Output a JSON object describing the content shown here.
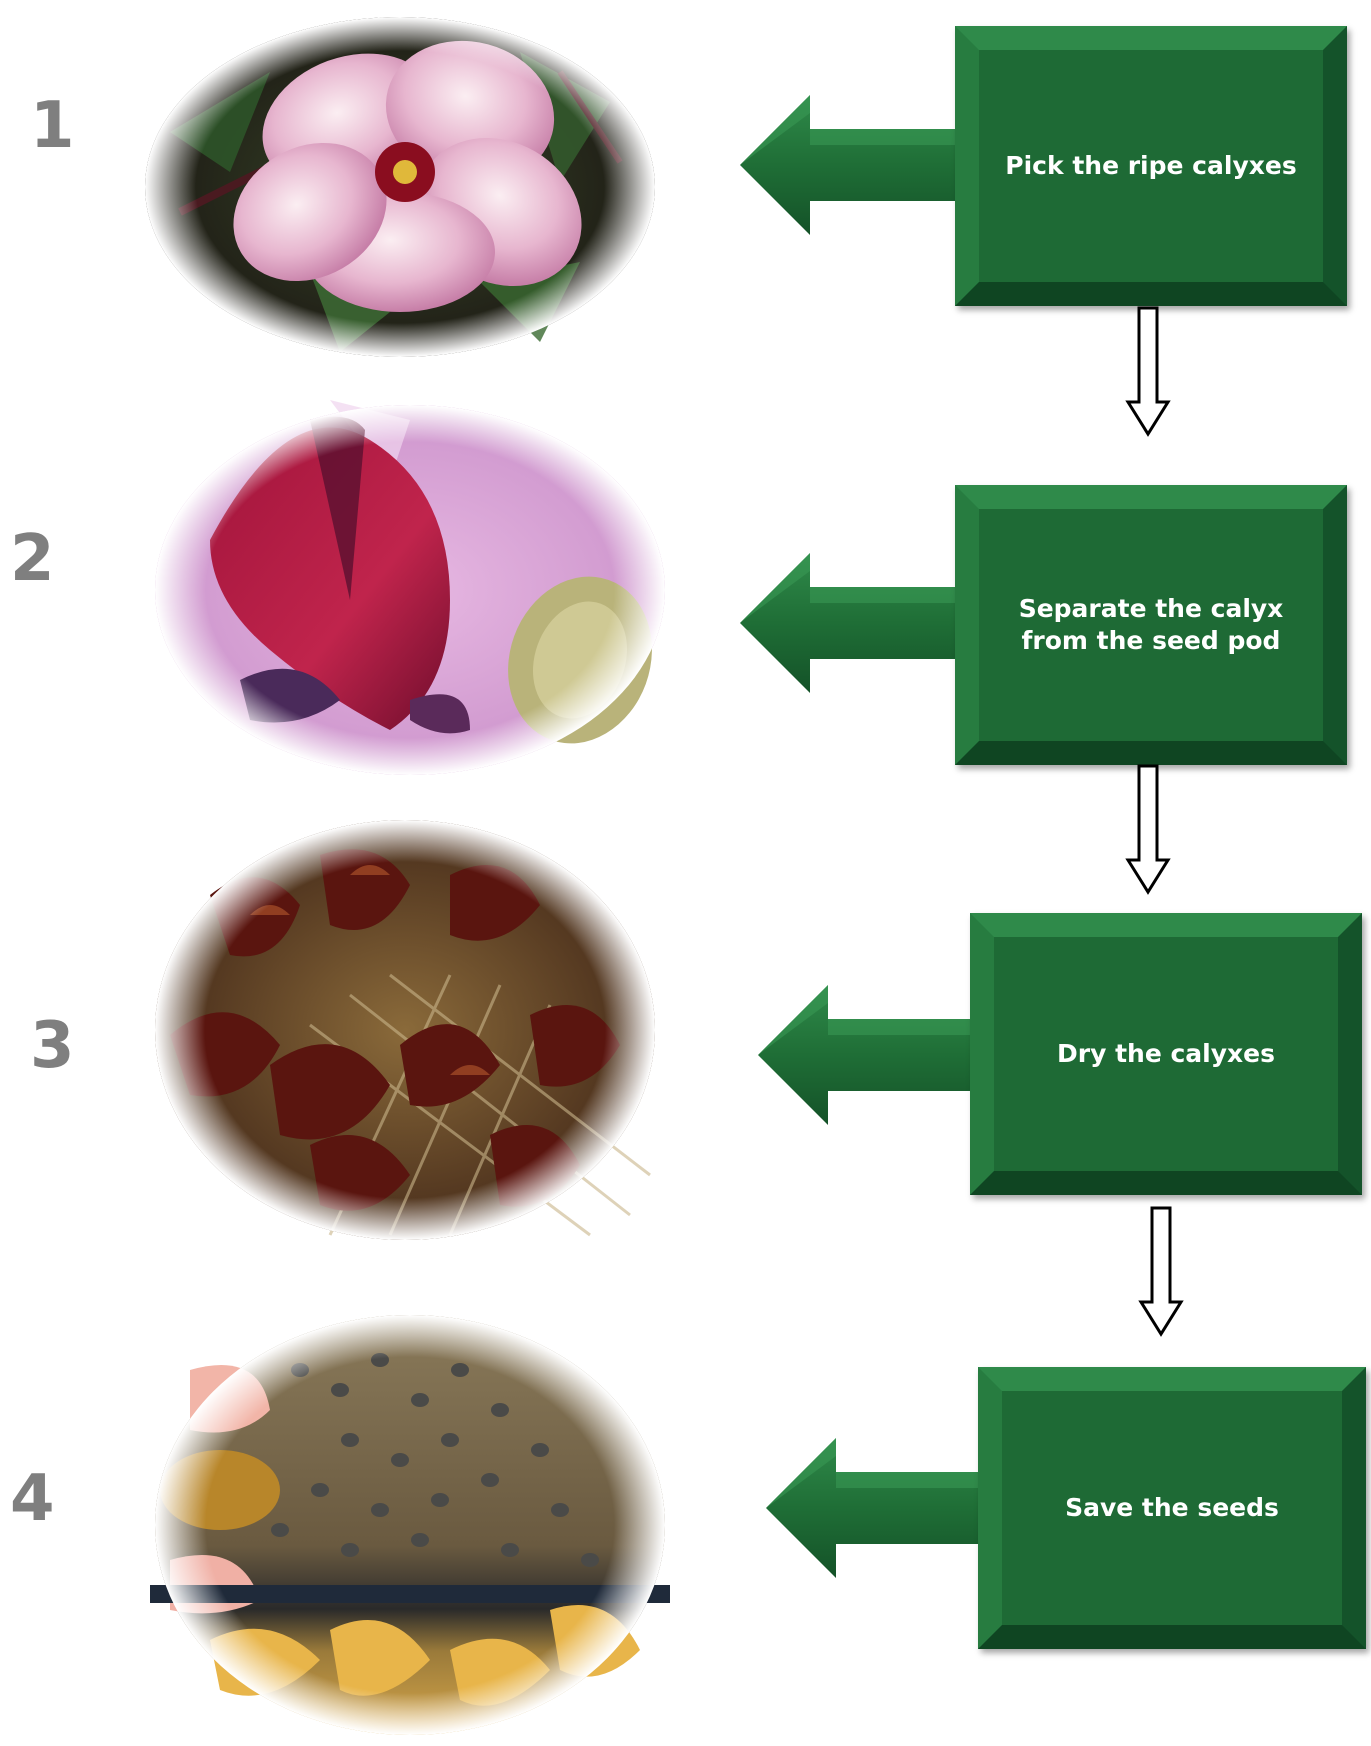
{
  "steps": [
    {
      "number": "1",
      "label": "Pick the ripe calyxes",
      "photo": "hibiscus-flower-photo"
    },
    {
      "number": "2",
      "label": "Separate the calyx from the seed pod",
      "photo": "calyx-and-seed-pod-photo"
    },
    {
      "number": "3",
      "label": "Dry the calyxes",
      "photo": "drying-calyxes-photo"
    },
    {
      "number": "4",
      "label": "Save the seeds",
      "photo": "saved-seeds-photo"
    }
  ],
  "colors": {
    "box_green": "#1e6a35",
    "arrow_green": "#1f6e36",
    "number_gray": "#7f7f7f"
  }
}
